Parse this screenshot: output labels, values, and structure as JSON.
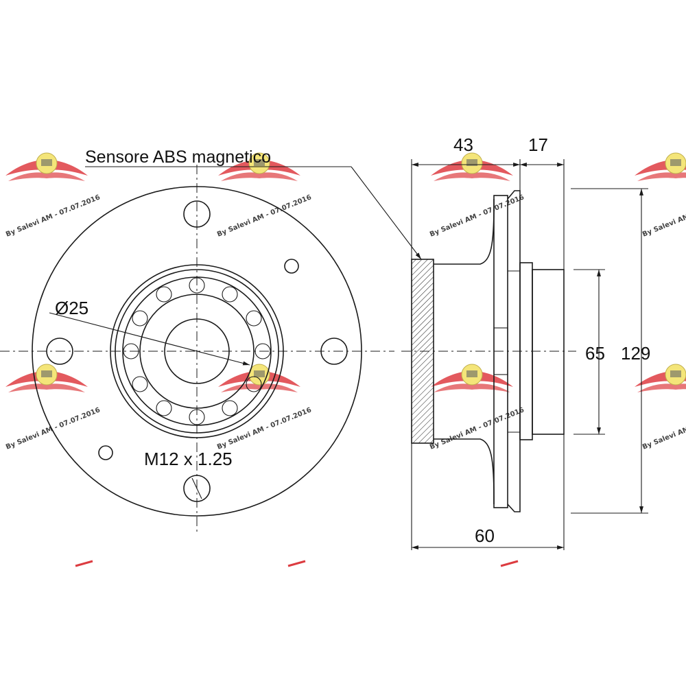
{
  "drawing": {
    "labels": {
      "sensor": "Sensore ABS magnetico",
      "bore": "Ø25",
      "thread": "M12 x 1.25",
      "dim_43": "43",
      "dim_17": "17",
      "dim_65": "65",
      "dim_129": "129",
      "dim_60": "60"
    }
  },
  "watermark": {
    "text": "By Salevi AM - 07.07.2016",
    "wing_color": "#d9262b",
    "badge_color": "#f3e36a"
  }
}
